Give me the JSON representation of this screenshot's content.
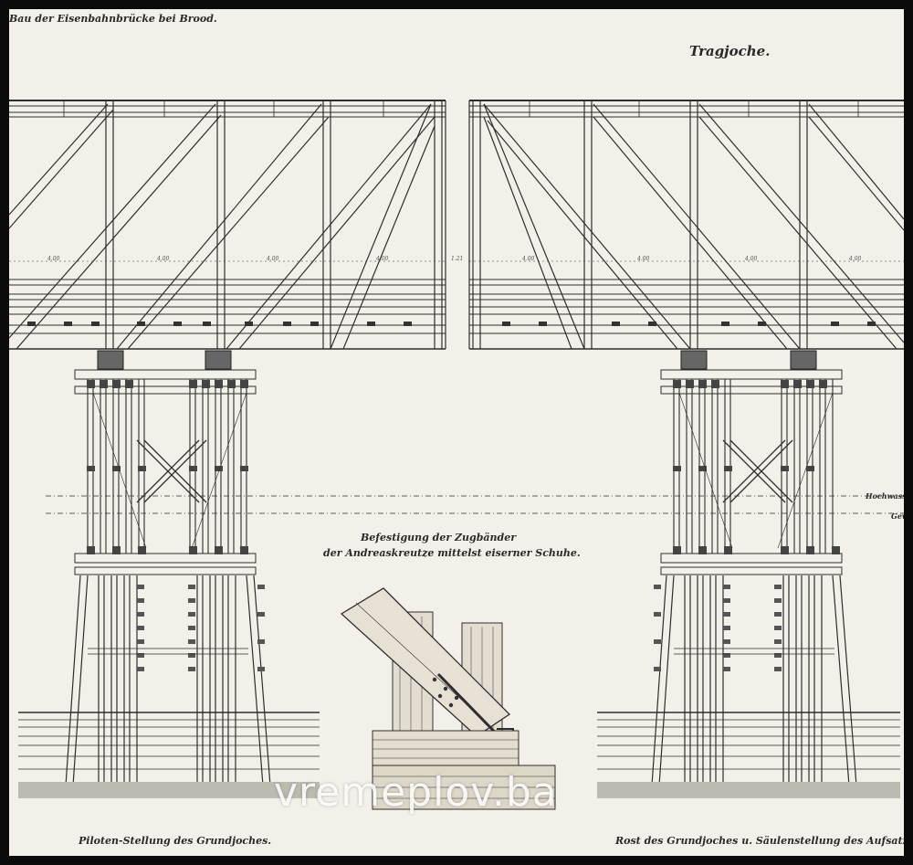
{
  "titles": {
    "top_left": "Bau der Eisenbahnbrücke bei Brood.",
    "top_right": "Tragjoche."
  },
  "detail_caption": {
    "line1": "Befestigung der Zugbänder",
    "line2": "der Andreaskreutze mittelst eiserner Schuhe."
  },
  "bottom_captions": {
    "left": "Piloten-Stellung des Grundjoches.",
    "right": "Rost des Grundjoches u. Säulenstellung des Aufsatzes."
  },
  "water_labels": {
    "high": "Hochwasse",
    "normal": "Gew"
  },
  "span_dimensions": [
    "4.00",
    "4.00",
    "4.00",
    "4.00",
    "1.21",
    "4.00",
    "4.00",
    "4.00",
    "4.00"
  ],
  "watermark": "vremeplov.ba",
  "colors": {
    "paper": "#f2f0e8",
    "ink": "#2a2a2a",
    "frame": "#0b0b0b"
  }
}
